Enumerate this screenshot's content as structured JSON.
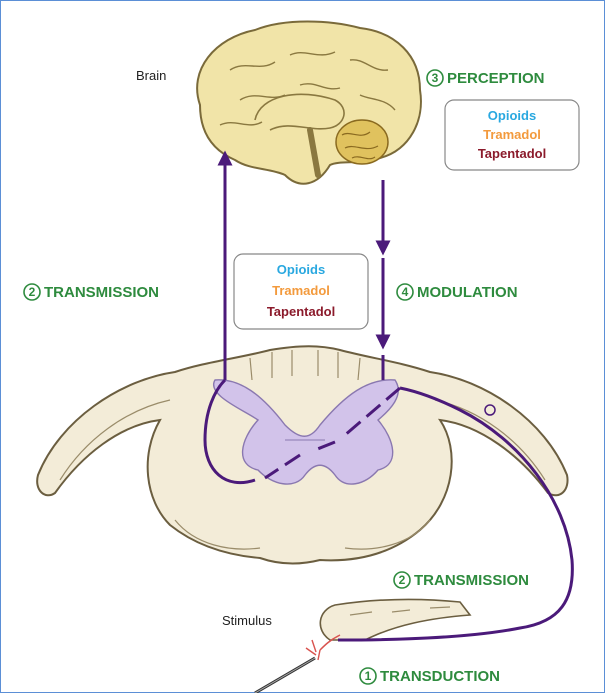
{
  "labels": {
    "brain": "Brain",
    "stimulus": "Stimulus"
  },
  "steps": {
    "perception": {
      "num": "3",
      "text": "PERCEPTION"
    },
    "transmission_upper": {
      "num": "2",
      "text": "TRANSMISSION"
    },
    "modulation": {
      "num": "4",
      "text": "MODULATION"
    },
    "transmission_lower": {
      "num": "2",
      "text": "TRANSMISSION"
    },
    "transduction": {
      "num": "1",
      "text": "TRANSDUCTION"
    }
  },
  "drug_box_upper": [
    {
      "name": "Opioids",
      "color": "#29a8e0"
    },
    {
      "name": "Tramadol",
      "color": "#f39a3c"
    },
    {
      "name": "Tapentadol",
      "color": "#8b1a2b"
    }
  ],
  "drug_box_middle": [
    {
      "name": "Opioids",
      "color": "#29a8e0"
    },
    {
      "name": "Tramadol",
      "color": "#f39a3c"
    },
    {
      "name": "Tapentadol",
      "color": "#8b1a2b"
    }
  ],
  "colors": {
    "pathway": "#4b1a7a",
    "tissue": "#f3ecd8",
    "grey_matter": "#d2c3ea",
    "brain": "#f1e4a8",
    "cerebellum": "#e0c25e",
    "step_text": "#2e8b3e",
    "frame": "#5b8fd6"
  }
}
